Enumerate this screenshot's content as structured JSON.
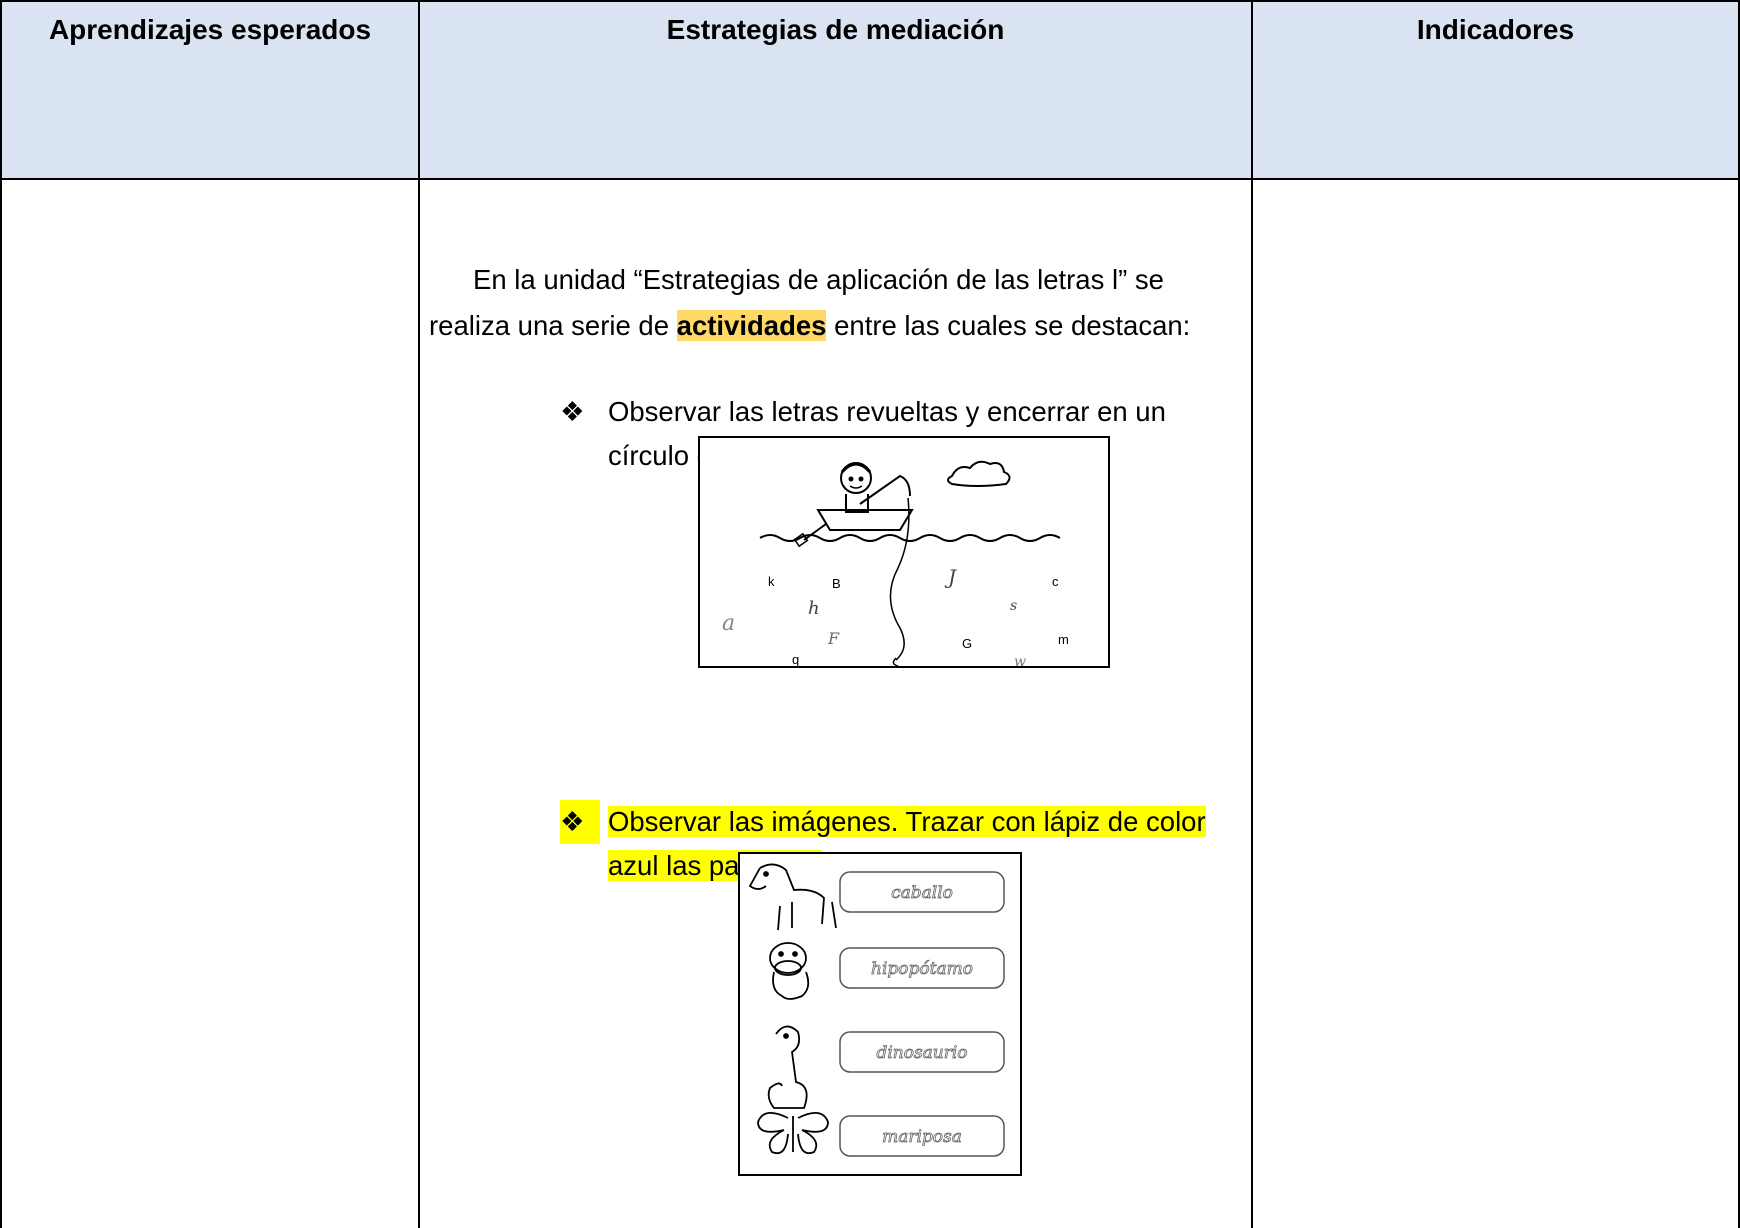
{
  "headers": {
    "col1": "Aprendizajes esperados",
    "col2": "Estrategias de mediación",
    "col3": "Indicadores"
  },
  "intro": {
    "before": "En la unidad “Estrategias de aplicación de las letras l” se realiza una serie de ",
    "highlight": "actividades",
    "after": " entre las cuales se destacan:"
  },
  "bullets": [
    {
      "mark": "❖",
      "text": "Observar las letras revueltas y encerrar en un círculo color verde las que son cursivas."
    },
    {
      "mark": "❖",
      "text": "Observar las imágenes. Trazar con lápiz de color azul las palabras."
    }
  ],
  "pic1": {
    "letters": [
      "k",
      "B",
      "J",
      "c",
      "a",
      "h",
      "s",
      "F",
      "G",
      "m",
      "q",
      "w"
    ]
  },
  "pic2": {
    "words": [
      "caballo",
      "hipopótamo",
      "dinosaurio",
      "mariposa"
    ]
  },
  "colors": {
    "header_bg": "#dae3f2",
    "highlight_orange": "#ffd966",
    "highlight_yellow": "#ffff00"
  }
}
